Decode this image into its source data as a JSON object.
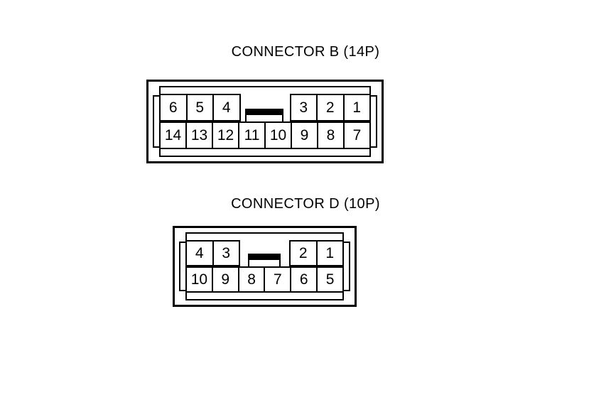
{
  "page": {
    "background_color": "#ffffff",
    "line_color": "#000000",
    "document_type": "connector-pinout-diagram"
  },
  "connectors": [
    {
      "id": "connector-b",
      "title": "CONNECTOR B (14P)",
      "name": "CONNECTOR B",
      "pin_count": "14P",
      "columns": 8,
      "latch": {
        "present": true,
        "position": "top-center",
        "cap_color": "#000000"
      },
      "top_row": {
        "left_pins": [
          "6",
          "5",
          "4"
        ],
        "gap_columns": 2,
        "right_pins": [
          "3",
          "2",
          "1"
        ]
      },
      "bottom_row": {
        "pins": [
          "14",
          "13",
          "12",
          "11",
          "10",
          "9",
          "8",
          "7"
        ]
      }
    },
    {
      "id": "connector-d",
      "title": "CONNECTOR D (10P)",
      "name": "CONNECTOR D",
      "pin_count": "10P",
      "columns": 6,
      "latch": {
        "present": true,
        "position": "top-center",
        "cap_color": "#000000"
      },
      "top_row": {
        "left_pins": [
          "4",
          "3"
        ],
        "gap_columns": 2,
        "right_pins": [
          "2",
          "1"
        ]
      },
      "bottom_row": {
        "pins": [
          "10",
          "9",
          "8",
          "7",
          "6",
          "5"
        ]
      }
    }
  ]
}
